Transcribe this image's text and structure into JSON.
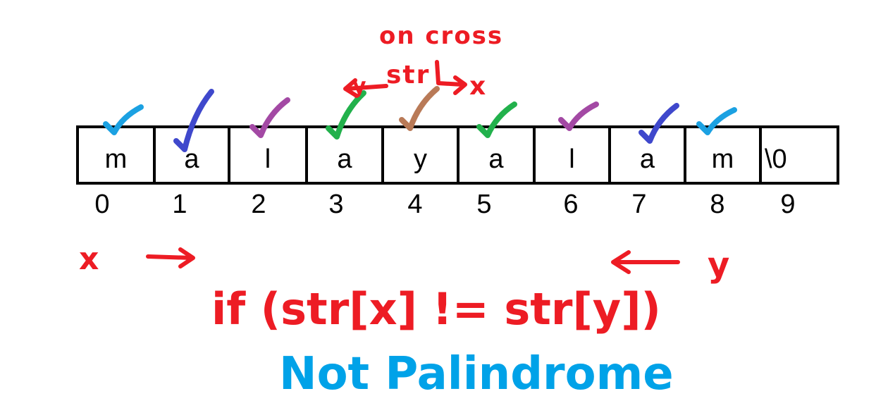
{
  "array": {
    "cells": [
      "m",
      "a",
      "l",
      "a",
      "y",
      "a",
      "l",
      "a",
      "m",
      "\\0"
    ],
    "indices": [
      "0",
      "1",
      "2",
      "3",
      "4",
      "5",
      "6",
      "7",
      "8",
      "9"
    ]
  },
  "check_colors": [
    "#1ba1e2",
    "#3f48cc",
    "#a349a4",
    "#22b14c",
    "#b97a57",
    "#22b14c",
    "#a349a4",
    "#3f48cc",
    "#1ba1e2"
  ],
  "annotations": {
    "uncross_line1": "on cross",
    "uncross_line2": "str",
    "left_pointer_label": "x",
    "right_pointer_label": "y",
    "condition": "if (str[x] != str[y])",
    "result": "Not Palindrome"
  },
  "colors": {
    "red_ink": "#ed1c24",
    "blue_ink": "#00a2e8",
    "box": "#000000"
  }
}
